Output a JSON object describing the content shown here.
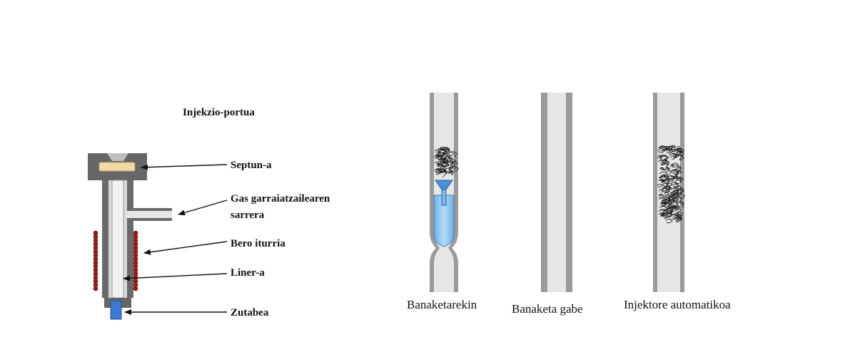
{
  "injection_port": {
    "title": "Injekzio-portua",
    "labels": {
      "septum": "Septun-a",
      "carrier_gas_line1": "Gas garraiatzailearen",
      "carrier_gas_line2": "sarrera",
      "heat_source": "Bero iturria",
      "liner": "Liner-a",
      "column": "Zutabea"
    }
  },
  "liners": {
    "split": "Banaketarekin",
    "splitless": "Banaketa gabe",
    "autosampler": "Injektore automatikoa"
  },
  "colors": {
    "metal": "#666666",
    "metal_light": "#d0d0d0",
    "septum": "#f3d9a8",
    "column": "#3c7ad6",
    "heater_coil": "#9e1b1b",
    "liner_glass": "#e6e6e6",
    "liner_wall": "#9a9a9a",
    "liquid": "#8ec4ee"
  }
}
